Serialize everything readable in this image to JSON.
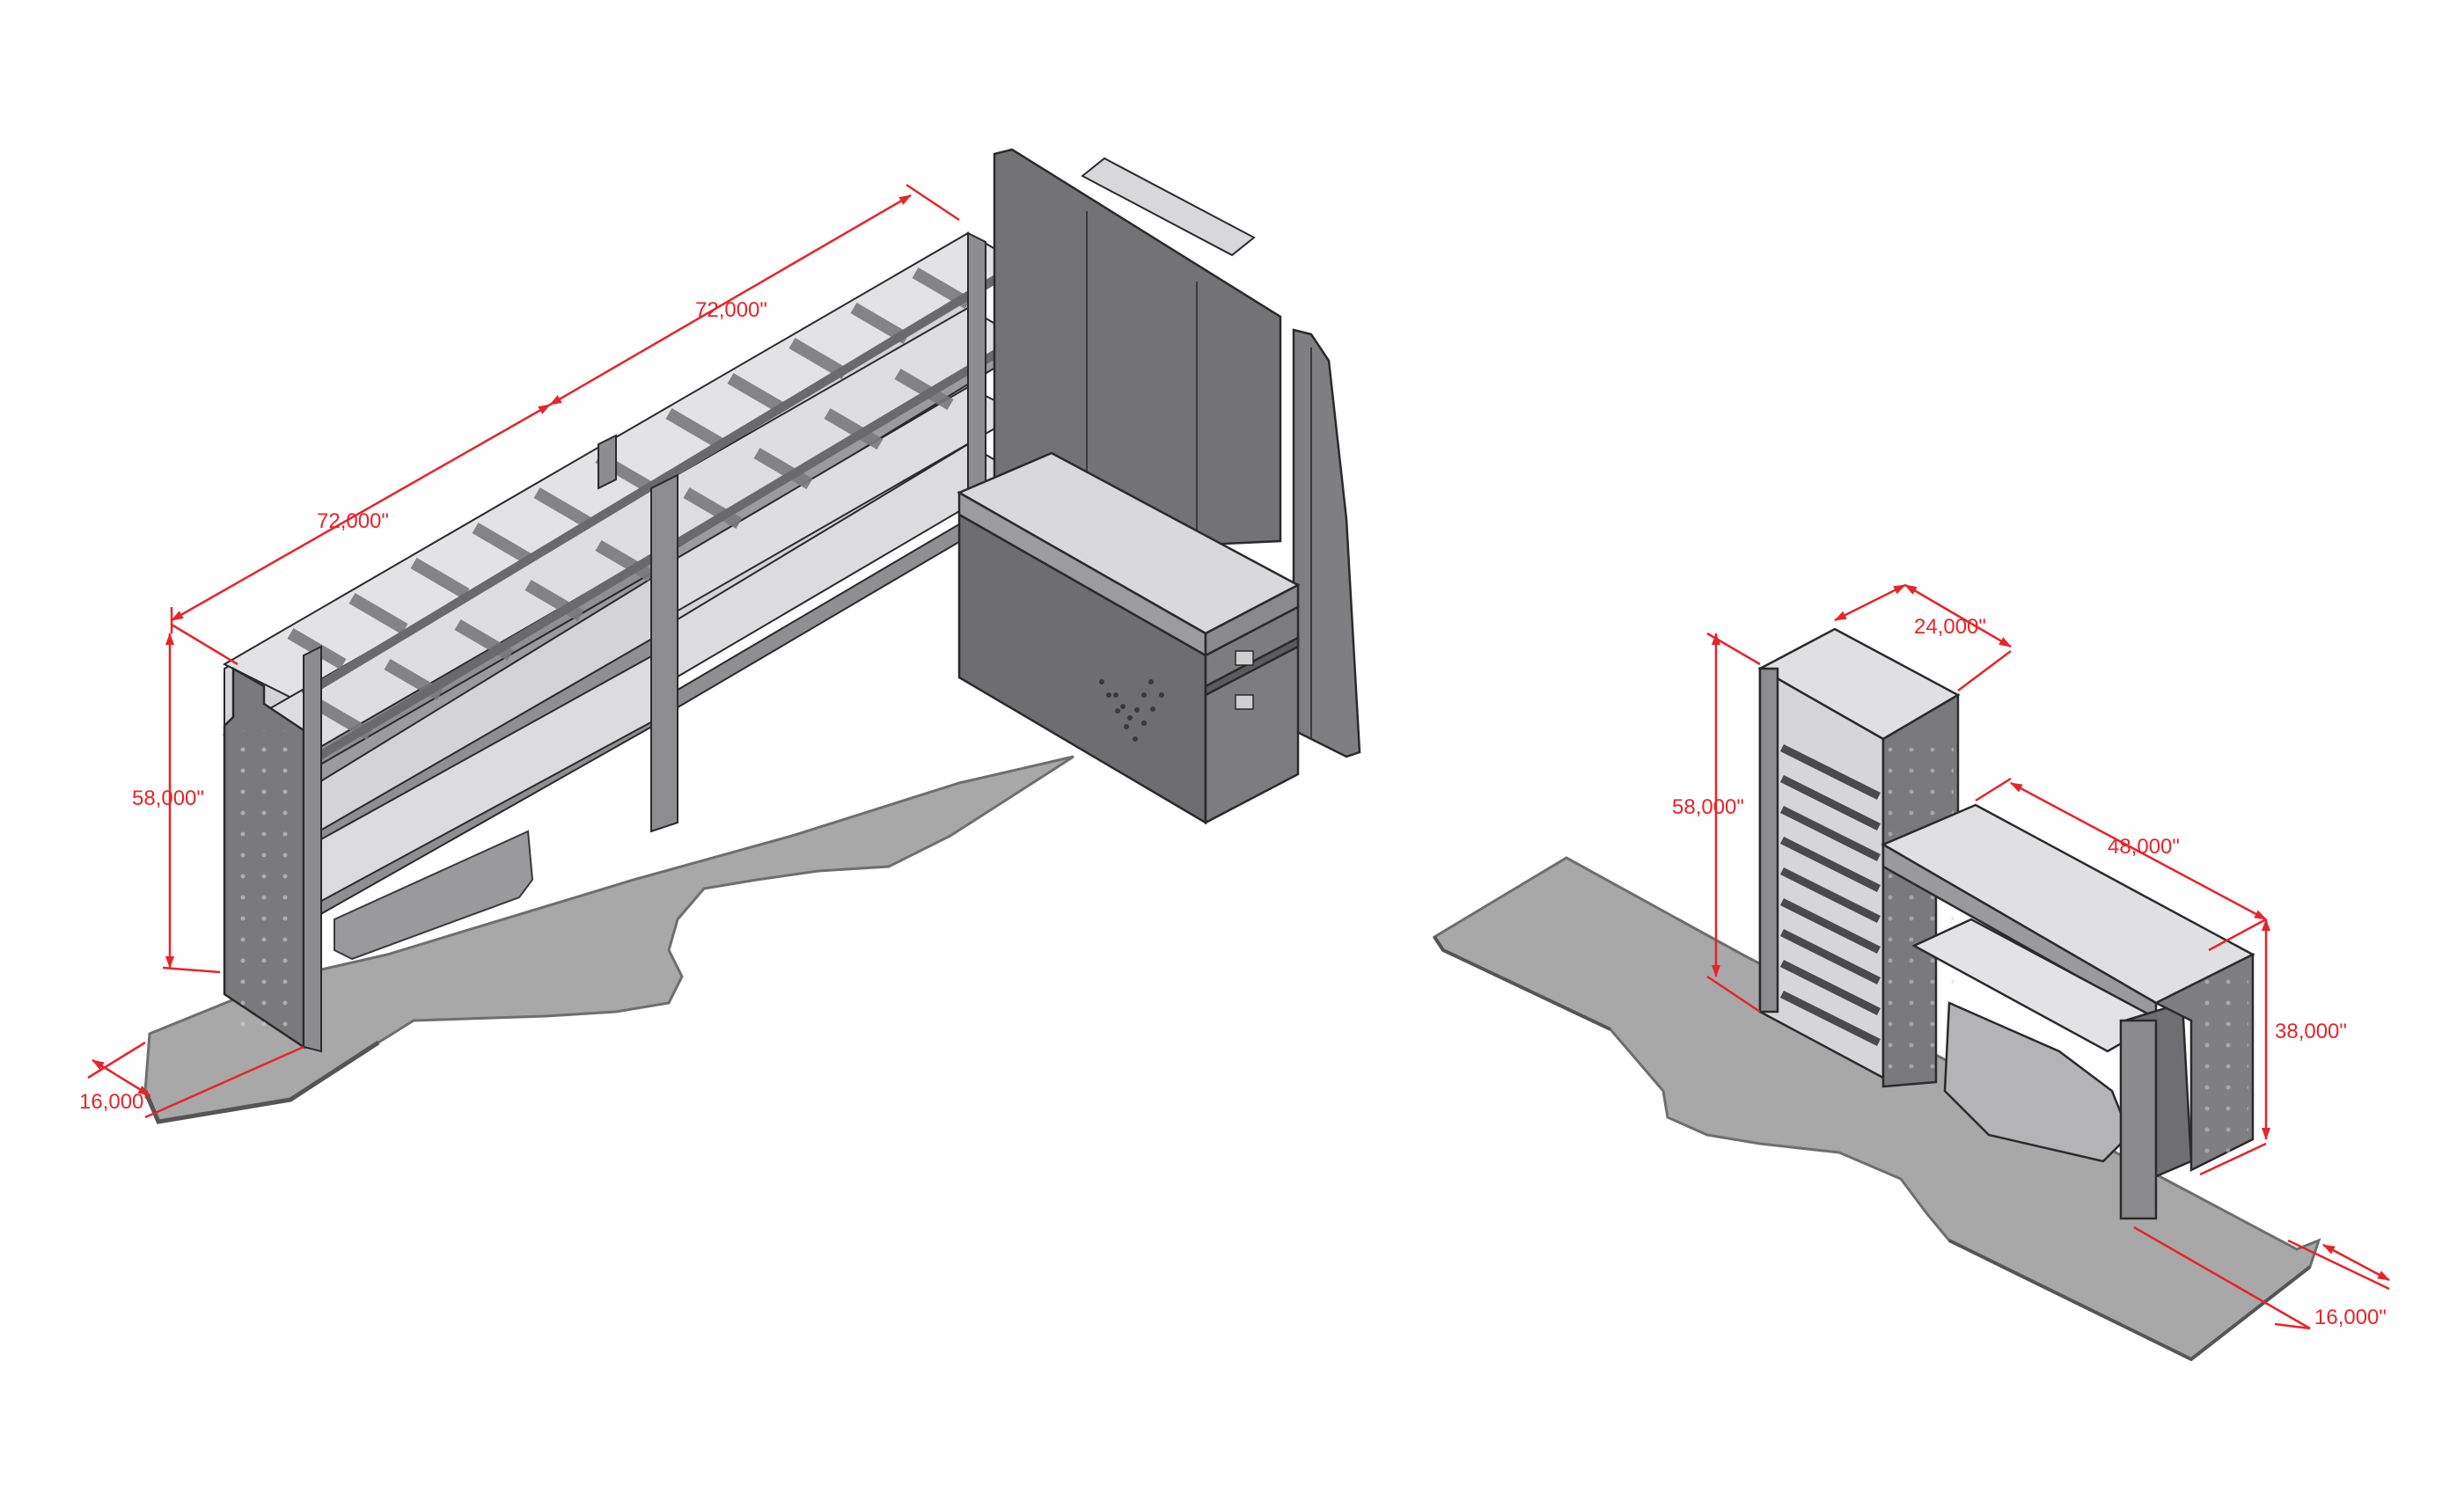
{
  "colors": {
    "dimension": "#e8232a",
    "floor": "#a8a8a8",
    "floor_edge": "#6e6e6e",
    "panel_dark": "#6f6f71",
    "panel_mid": "#8d8d8f",
    "shelf_light": "#d9d9db",
    "outline": "#2a2a2a"
  },
  "left_assembly": {
    "dims": {
      "length_upper": "72,000\"",
      "length_lower": "72,000\"",
      "height": "58,000\"",
      "depth": "16,000\""
    }
  },
  "right_assembly": {
    "dims": {
      "tower_width": "24,000\"",
      "tower_height": "58,000\"",
      "bench_length": "48,000\"",
      "bench_height": "38,000\"",
      "depth": "16,000\""
    }
  }
}
